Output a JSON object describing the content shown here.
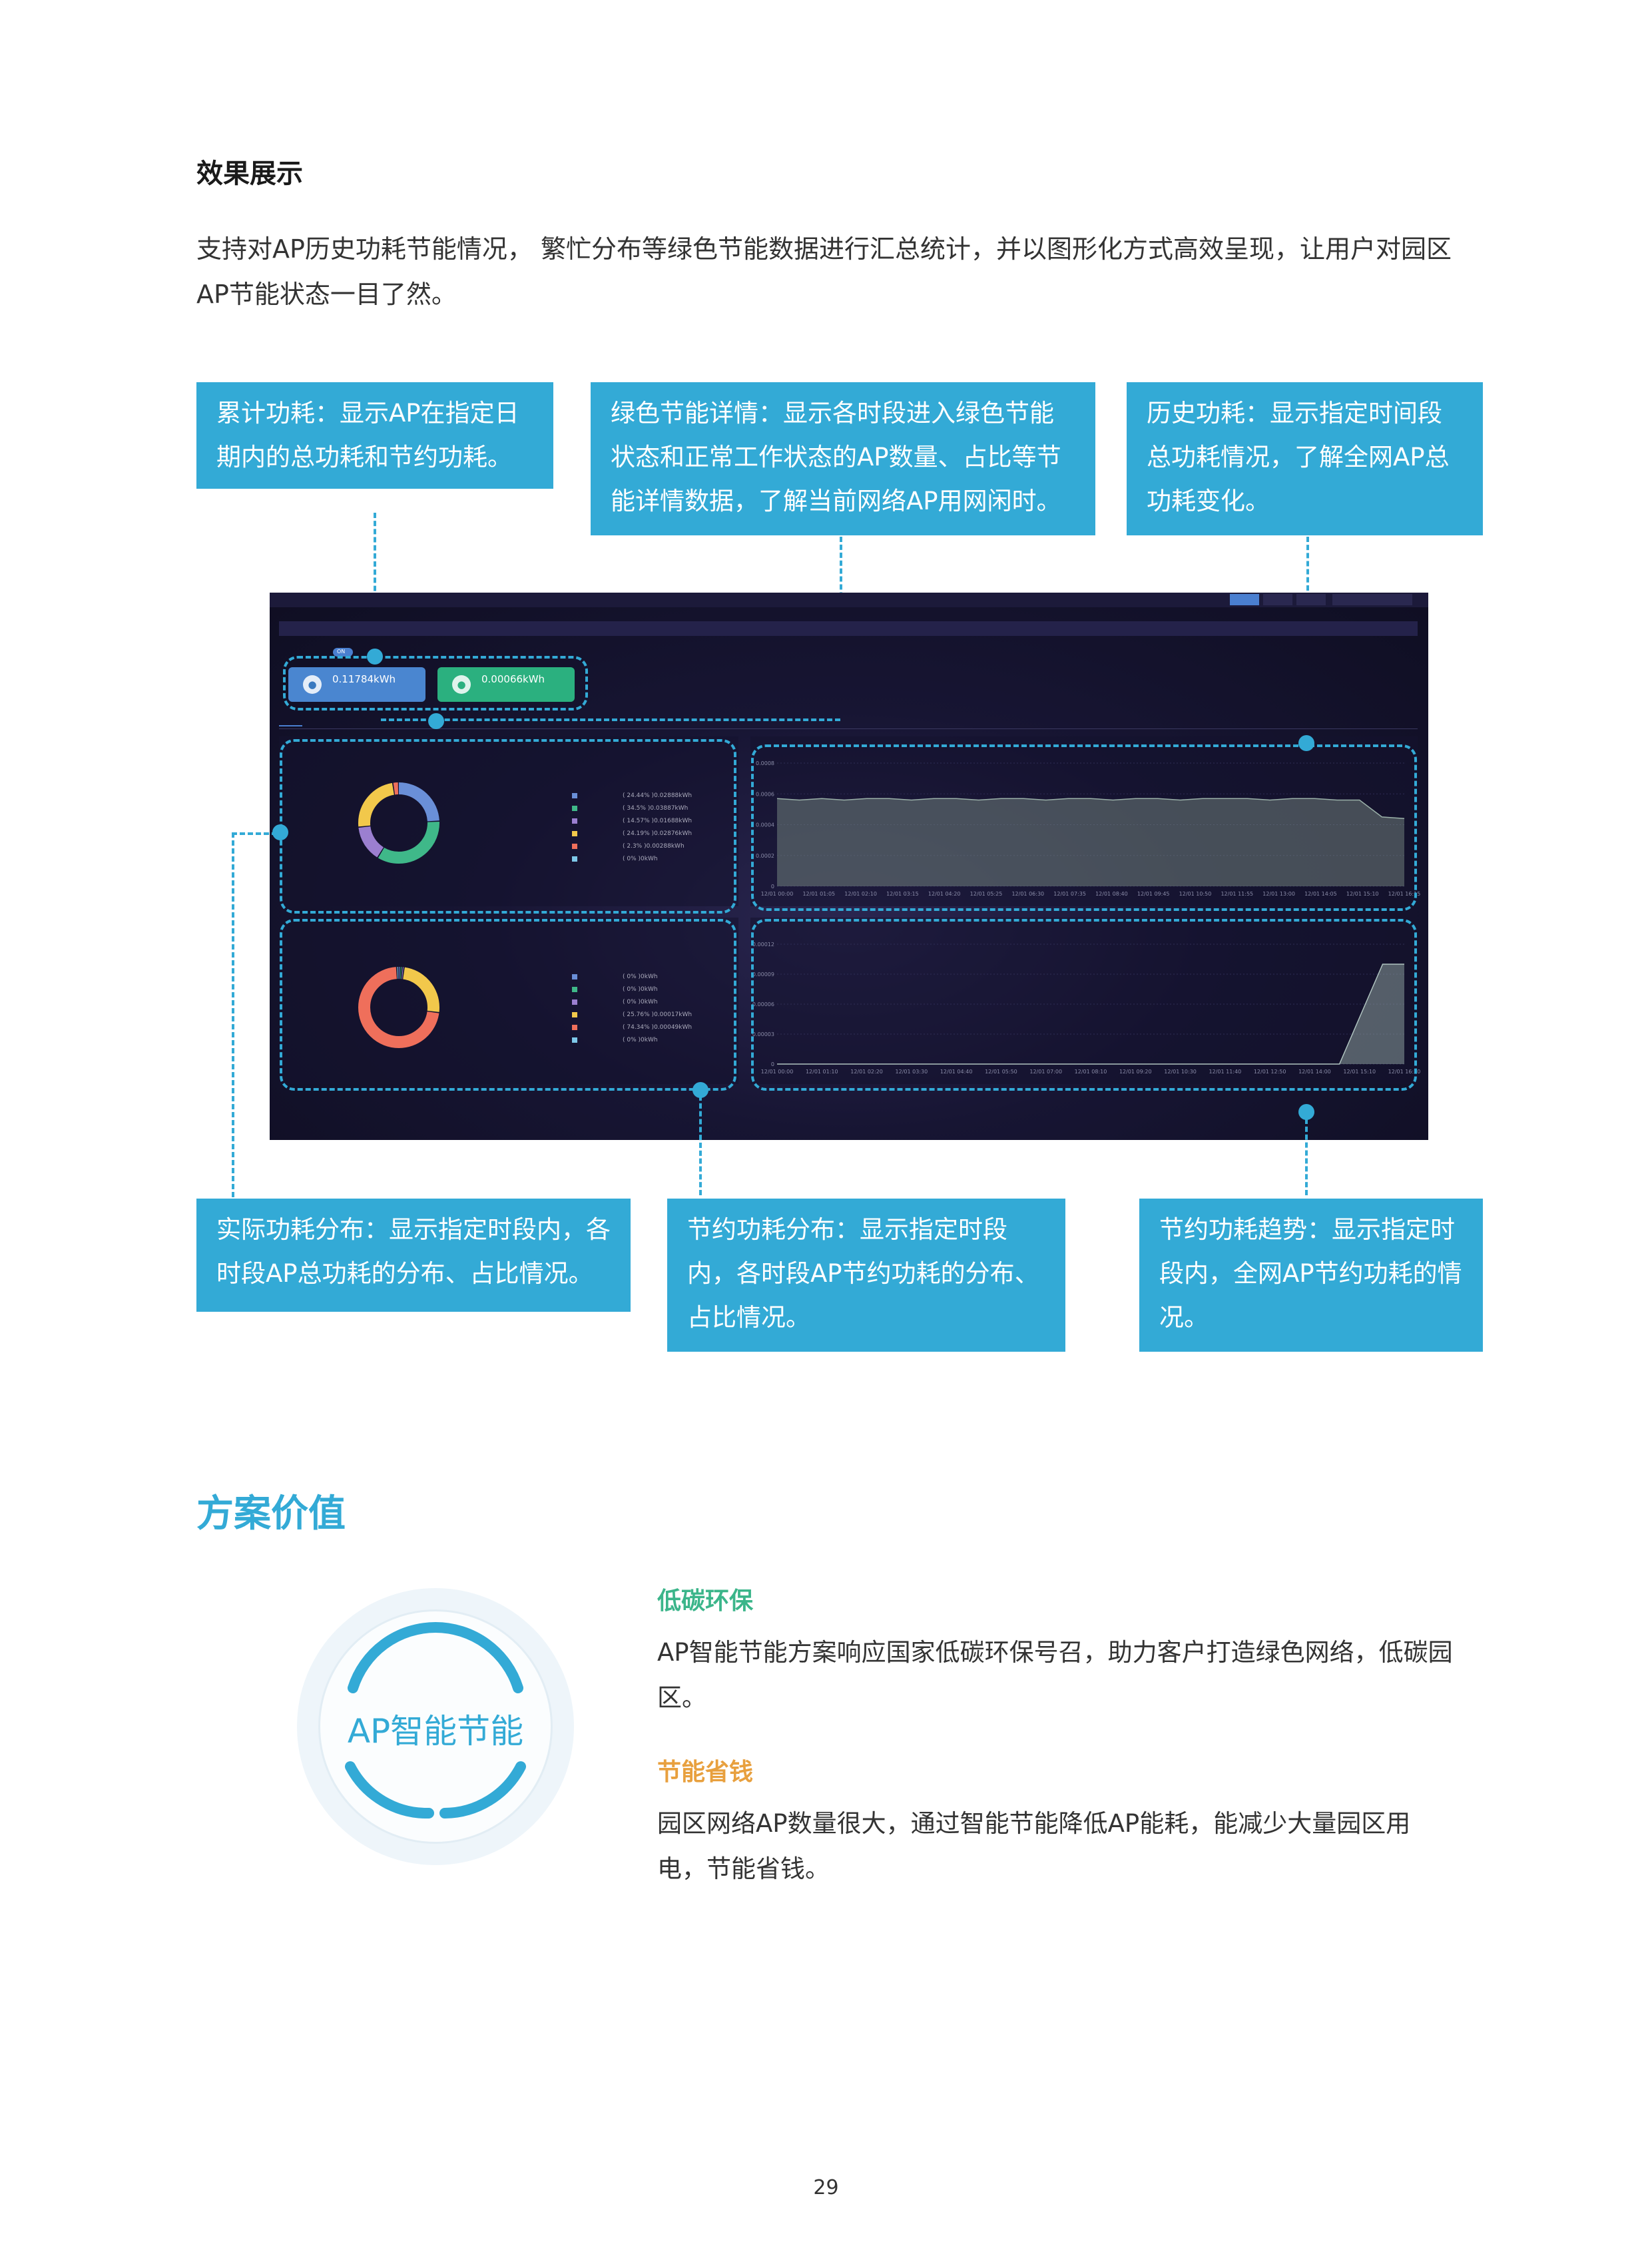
{
  "section_effect": {
    "title": "效果展示",
    "intro": "支持对AP历史功耗节能情况， 繁忙分布等绿色节能数据进行汇总统计，并以图形化方式高效呈现，让用户对园区AP节能状态一目了然。"
  },
  "callouts": {
    "cumulative": "累计功耗：显示AP在指定日期内的总功耗和节约功耗。",
    "green_detail": "绿色节能详情：显示各时段进入绿色节能状态和正常工作状态的AP数量、占比等节能详情数据，了解当前网络AP用网闲时。",
    "history": "历史功耗：显示指定时间段总功耗情况，了解全网AP总功耗变化。",
    "actual_dist": "实际功耗分布：显示指定时段内，各时段AP总功耗的分布、占比情况。",
    "saving_dist": "节约功耗分布：显示指定时段内，各时段AP节约功耗的分布、占比情况。",
    "saving_trend": "节约功耗趋势：显示指定时段内，全网AP节约功耗的情况。"
  },
  "dashboard": {
    "cards": [
      {
        "value": "0.11784kWh",
        "icon": "drop-icon",
        "color": "#4a86d0"
      },
      {
        "value": "0.00066kWh",
        "icon": "leaf-drop-icon",
        "color": "#2bb07f"
      }
    ],
    "toggle_label": "ON",
    "tab_highlight_color": "#4a7fd0",
    "actual_donut": {
      "colors": [
        "#6a8fd8",
        "#3fb889",
        "#9b7fd0",
        "#f2c84b",
        "#ef6f5b",
        "#7ec8e8"
      ],
      "values": [
        24.44,
        34.5,
        14.57,
        24.19,
        2.3,
        0
      ],
      "legend_values": [
        "0.02888kWh",
        "0.03887kWh",
        "0.01688kWh",
        "0.02876kWh",
        "0.00288kWh",
        "0kWh"
      ],
      "legend_pcts": [
        "24.44%",
        "34.5%",
        "14.57%",
        "24.19%",
        "2.3%",
        "0%"
      ]
    },
    "saving_donut": {
      "colors": [
        "#6a8fd8",
        "#3fb889",
        "#9b7fd0",
        "#f2c84b",
        "#ef6f5b",
        "#7ec8e8"
      ],
      "values": [
        0.8,
        0.8,
        0.8,
        25.76,
        74.34,
        0.8
      ],
      "legend_values": [
        "0kWh",
        "0kWh",
        "0kWh",
        "0.00017kWh",
        "0.00049kWh",
        "0kWh"
      ],
      "legend_pcts": [
        "0%",
        "0%",
        "0%",
        "25.76%",
        "74.34%",
        "0%"
      ]
    },
    "history_chart": {
      "type": "area",
      "yticks": [
        "0.0008",
        "0.0006",
        "0.0004",
        "0.0002",
        "0"
      ],
      "xticks": [
        "12/01 00:00",
        "12/01 01:05",
        "12/01 02:10",
        "12/01 03:15",
        "12/01 04:20",
        "12/01 05:25",
        "12/01 06:30",
        "12/01 07:35",
        "12/01 08:40",
        "12/01 09:45",
        "12/01 10:50",
        "12/01 11:55",
        "12/01 13:00",
        "12/01 14:05",
        "12/01 15:10",
        "12/01 16:15"
      ],
      "ylim": [
        0,
        0.0008
      ],
      "values": [
        0.00057,
        0.00056,
        0.00057,
        0.00056,
        0.00057,
        0.00057,
        0.00056,
        0.00057,
        0.00057,
        0.00056,
        0.00057,
        0.00057,
        0.00056,
        0.00057,
        0.00057,
        0.00056,
        0.00057,
        0.00057,
        0.00056,
        0.00057,
        0.00057,
        0.00057,
        0.00056,
        0.00057,
        0.00057,
        0.00056,
        0.00056,
        0.00045,
        0.00044
      ]
    },
    "saving_chart": {
      "type": "area",
      "yticks": [
        "0.00012",
        "0.00009",
        "0.00006",
        "0.00003",
        "0"
      ],
      "xticks": [
        "12/01 00:00",
        "12/01 01:10",
        "12/01 02:20",
        "12/01 03:30",
        "12/01 04:40",
        "12/01 05:50",
        "12/01 07:00",
        "12/01 08:10",
        "12/01 09:20",
        "12/01 10:30",
        "12/01 11:40",
        "12/01 12:50",
        "12/01 14:00",
        "12/01 15:10",
        "12/01 16:20"
      ],
      "ylim": [
        0,
        0.00012
      ],
      "values": [
        0,
        0,
        0,
        0,
        0,
        0,
        0,
        0,
        0,
        0,
        0,
        0,
        0,
        0,
        0,
        0,
        0,
        0,
        0,
        0,
        0,
        0,
        0,
        0,
        0,
        0,
        0,
        5e-05,
        0.0001,
        0.0001
      ]
    }
  },
  "section_value": {
    "title": "方案价值",
    "logo_text": "AP智能节能",
    "item1_title": "低碳环保",
    "item1_text": "AP智能节能方案响应国家低碳环保号召，助力客户打造绿色网络，低碳园区。",
    "item2_title": "节能省钱",
    "item2_text": "园区网络AP数量很大，通过智能节能降低AP能耗，能减少大量园区用电，节能省钱。"
  },
  "page_number": "29"
}
